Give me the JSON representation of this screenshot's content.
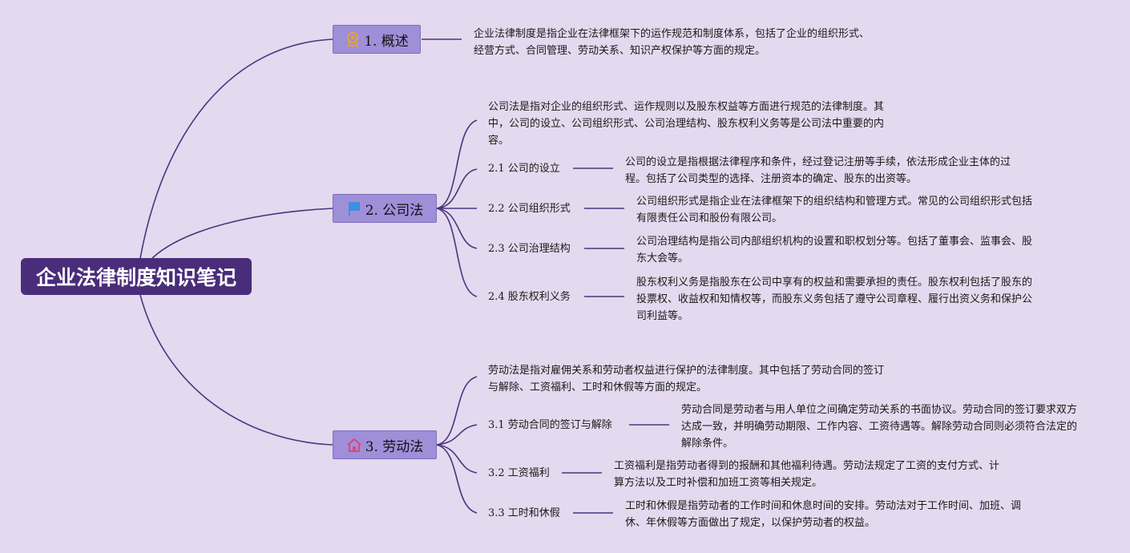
{
  "root": {
    "title": "企业法律制度知识笔记"
  },
  "branches": [
    {
      "label": "1. 概述",
      "icon": "award-ribbon-icon",
      "icon_color": "#e6a330",
      "text": "企业法律制度是指企业在法律框架下的运作规范和制度体系，包括了企业的组织形式、经营方式、合同管理、劳动关系、知识产权保护等方面的规定。"
    },
    {
      "label": "2. 公司法",
      "icon": "flag-icon",
      "icon_color": "#3d8fe0",
      "text": "公司法是指对企业的组织形式、运作规则以及股东权益等方面进行规范的法律制度。其中，公司的设立、公司组织形式、公司治理结构、股东权利义务等是公司法中重要的内容。",
      "children": [
        {
          "label": "2.1 公司的设立",
          "text": "公司的设立是指根据法律程序和条件，经过登记注册等手续，依法形成企业主体的过程。包括了公司类型的选择、注册资本的确定、股东的出资等。"
        },
        {
          "label": "2.2 公司组织形式",
          "text": "公司组织形式是指企业在法律框架下的组织结构和管理方式。常见的公司组织形式包括有限责任公司和股份有限公司。"
        },
        {
          "label": "2.3 公司治理结构",
          "text": "公司治理结构是指公司内部组织机构的设置和职权划分等。包括了董事会、监事会、股东大会等。"
        },
        {
          "label": "2.4 股东权利义务",
          "text": "股东权利义务是指股东在公司中享有的权益和需要承担的责任。股东权利包括了股东的投票权、收益权和知情权等，而股东义务包括了遵守公司章程、履行出资义务和保护公司利益等。"
        }
      ]
    },
    {
      "label": "3. 劳动法",
      "icon": "home-icon",
      "icon_color": "#e0457b",
      "text": "劳动法是指对雇佣关系和劳动者权益进行保护的法律制度。其中包括了劳动合同的签订与解除、工资福利、工时和休假等方面的规定。",
      "children": [
        {
          "label": "3.1 劳动合同的签订与解除",
          "text": "劳动合同是劳动者与用人单位之间确定劳动关系的书面协议。劳动合同的签订要求双方达成一致，并明确劳动期限、工作内容、工资待遇等。解除劳动合同则必须符合法定的解除条件。"
        },
        {
          "label": "3.2 工资福利",
          "text": "工资福利是指劳动者得到的报酬和其他福利待遇。劳动法规定了工资的支付方式、计算方法以及工时补偿和加班工资等相关规定。"
        },
        {
          "label": "3.3 工时和休假",
          "text": "工时和休假是指劳动者的工作时间和休息时间的安排。劳动法对于工作时间、加班、调休、年休假等方面做出了规定，以保护劳动者的权益。"
        }
      ]
    }
  ]
}
